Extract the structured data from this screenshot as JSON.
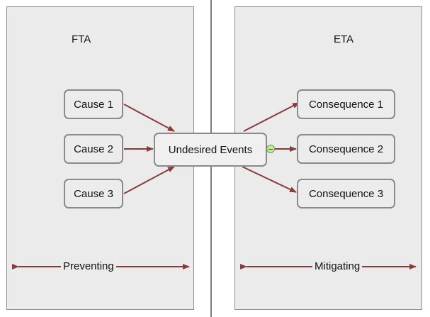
{
  "fta": {
    "title": "FTA",
    "footer": "Preventing"
  },
  "eta": {
    "title": "ETA",
    "footer": "Mitigating"
  },
  "causes": [
    "Cause 1",
    "Cause 2",
    "Cause 3"
  ],
  "event": "Undesired Events",
  "consequences": [
    "Consequence 1",
    "Consequence 2",
    "Consequence 3"
  ],
  "colors": {
    "panel": "#ebebeb",
    "border": "#8a8a8a",
    "arrow": "#8b3a3a",
    "gate": "#bfe89a"
  }
}
